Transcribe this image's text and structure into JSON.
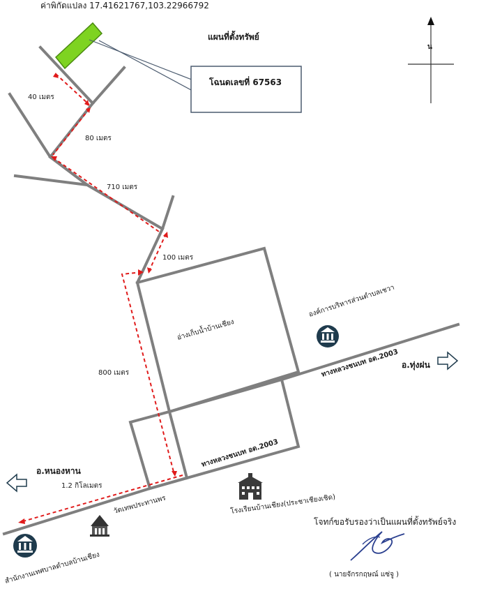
{
  "header": {
    "coords_text": "ค่าพิกัดแปลง 17.41621767,103.22966792",
    "title": "แผนที่ตั้งทรัพย์"
  },
  "callout": {
    "deed_text": "โฉนดเลขที่ 67563"
  },
  "compass": {
    "north_label": "น"
  },
  "distances": {
    "d40": "40 เมตร",
    "d80": "80 เมตร",
    "d710": "710 เมตร",
    "d100": "100 เมตร",
    "d800": "800 เมตร",
    "d1200": "1.2 กิโลเมตร"
  },
  "places": {
    "reservoir": "อ่างเก็บน้ำบ้านเชียง",
    "sao": "องค์การบริหารส่วนตำบลเชวา",
    "temple": "วัดเทพประทานพร",
    "school": "โรงเรียนบ้านเชียง(ประชาเชียงเชิด)",
    "municipality": "สำนักงานเทศบาลตำบลบ้านเชียง"
  },
  "roads": {
    "highway_upper": "ทางหลวงชนบท อด.2003",
    "highway_lower": "ทางหลวงชนบท อด.2003",
    "to_thungfon": "อ.ทุ่งฝน",
    "to_nonghan": "อ.หนองหาน"
  },
  "certification": {
    "statement": "โจทก์ขอรับรองว่าเป็นแผนที่ตั้งทรัพย์จริง",
    "name_line": "(     นายจักรกฤษณ์ แซ่จู     )"
  },
  "colors": {
    "road": "#7f7f7f",
    "route": "#e01b1b",
    "parcel": "#7ed321",
    "icon_bg": "#1f3b4d"
  },
  "icons": [
    "north-arrow-icon",
    "govt-building-icon",
    "temple-icon",
    "school-icon",
    "left-arrow-icon",
    "right-arrow-icon"
  ]
}
